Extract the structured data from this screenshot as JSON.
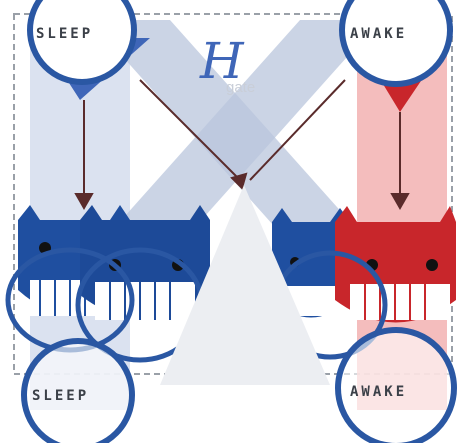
{
  "labels": {
    "top_left": "SLEEP",
    "top_right": "AWAKE",
    "bottom_left": "SLEEP",
    "bottom_right": "AWAKE",
    "gate_symbol": "H",
    "gate_subscript": "gate"
  },
  "colors": {
    "sleep_blue": "#1f4fa0",
    "awake_red": "#c8262b",
    "band_blue": "#c9d4e6",
    "band_red": "#f0a9a8",
    "ring": "#2a57a3",
    "border_dash": "#9aa0a8"
  },
  "state_mapping": {
    "inputs": [
      "SLEEP",
      "AWAKE"
    ],
    "outputs": [
      "SLEEP",
      "AWAKE"
    ],
    "gate": "H"
  }
}
